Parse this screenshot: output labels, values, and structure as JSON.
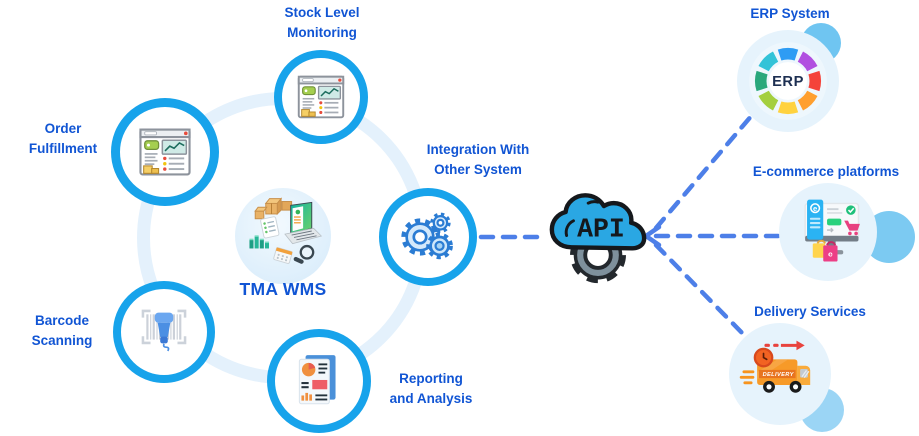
{
  "hub": {
    "label": "TMA WMS"
  },
  "satellites": [
    {
      "name": "stock-level-monitoring",
      "line1": "Stock Level",
      "line2": "Monitoring"
    },
    {
      "name": "order-fulfillment",
      "line1": "Order",
      "line2": "Fulfillment"
    },
    {
      "name": "barcode-scanning",
      "line1": "Barcode",
      "line2": "Scanning"
    },
    {
      "name": "reporting-and-analysis",
      "line1": "Reporting",
      "line2": "and Analysis"
    },
    {
      "name": "integration",
      "line1": "Integration With",
      "line2": "Other System"
    }
  ],
  "api_gateway": {
    "label": "API"
  },
  "external_systems": [
    {
      "name": "erp",
      "label": "ERP System",
      "badge": "ERP"
    },
    {
      "name": "ecommerce",
      "label": "E-commerce platforms",
      "logo_letter": "e"
    },
    {
      "name": "delivery",
      "label": "Delivery Services",
      "truck_label": "DELIVERY"
    }
  ],
  "colors": {
    "label_text": "#1155d4",
    "node_ring": "#17a3eb",
    "orbit_ring": "#e4f1fc",
    "connector": "#4d7fe8",
    "api_cloud": "#2aa7e3",
    "external_fill": "#e6f3fc",
    "accent_bubble": "#74c6f0"
  }
}
